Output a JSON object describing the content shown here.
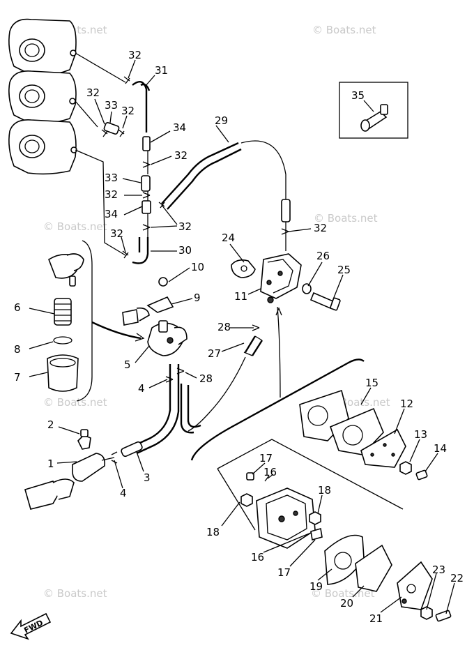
{
  "watermark": "© Boats.net",
  "fwd_label": "FWD",
  "labels": {
    "l1": "1",
    "l2": "2",
    "l3": "3",
    "l4a": "4",
    "l4b": "4",
    "l5": "5",
    "l6": "6",
    "l7": "7",
    "l8": "8",
    "l9": "9",
    "l10": "10",
    "l11": "11",
    "l12": "12",
    "l13": "13",
    "l14": "14",
    "l15": "15",
    "l16a": "16",
    "l16b": "16",
    "l17a": "17",
    "l17b": "17",
    "l18a": "18",
    "l18b": "18",
    "l19": "19",
    "l20": "20",
    "l21": "21",
    "l22": "22",
    "l23": "23",
    "l24": "24",
    "l25": "25",
    "l26": "26",
    "l27": "27",
    "l28a": "28",
    "l28b": "28",
    "l29": "29",
    "l30": "30",
    "l31": "31",
    "l32a": "32",
    "l32b": "32",
    "l32c": "32",
    "l32d": "32",
    "l32e": "32",
    "l32f": "32",
    "l32g": "32",
    "l33a": "33",
    "l33b": "33",
    "l34a": "34",
    "l34b": "34",
    "l35": "35"
  }
}
